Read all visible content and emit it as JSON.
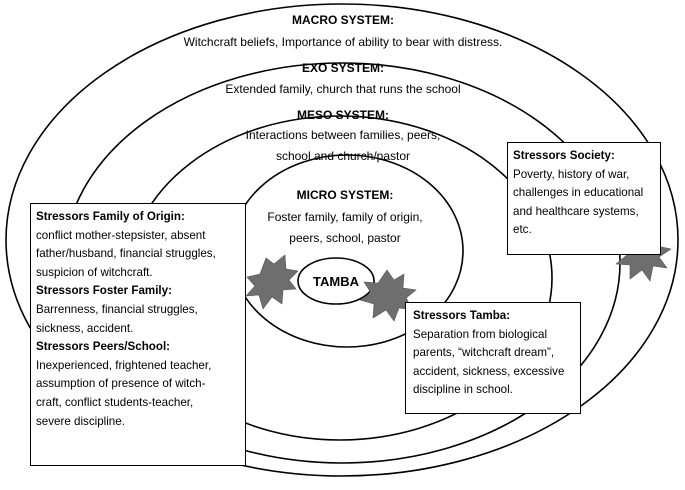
{
  "systems": {
    "macro": {
      "title": "MACRO SYSTEM:",
      "lines": [
        "Witchcraft beliefs, Importance of ability to bear with distress."
      ]
    },
    "exo": {
      "title": "EXO SYSTEM:",
      "lines": [
        "Extended family, church that runs the school"
      ]
    },
    "meso": {
      "title": "MESO SYSTEM:",
      "lines": [
        "Interactions between families, peers,",
        "school and church/pastor"
      ]
    },
    "micro": {
      "title": "MICRO SYSTEM:",
      "lines": [
        "Foster family, family of origin,",
        "peers, school, pastor"
      ]
    },
    "center": "TAMBA"
  },
  "boxes": {
    "left": {
      "family_origin_title": "Stressors Family of Origin:",
      "family_origin_text": "conflict mother-stepsister, absent\nfather/husband, financial struggles,\nsuspicion of witchcraft.",
      "foster_title": "Stressors Foster Family:",
      "foster_text": "Barrenness, financial struggles,\nsickness, accident.",
      "peers_title": "Stressors Peers/School:",
      "peers_text": "Inexperienced, frightened teacher,\nassumption of presence of witch-\ncraft, conflict students-teacher,\nsevere discipline."
    },
    "society": {
      "title": "Stressors Society:",
      "text": "Poverty, history of war,\nchallenges in educational\nand healthcare systems,\netc."
    },
    "tamba": {
      "title": "Stressors Tamba:",
      "text": "Separation from biological\nparents, “witchcraft dream”,\naccident, sickness,  excessive\ndiscipline in school."
    }
  },
  "colors": {
    "burst": "#6e6e6e",
    "lines": "#000000",
    "background": "#ffffff"
  }
}
